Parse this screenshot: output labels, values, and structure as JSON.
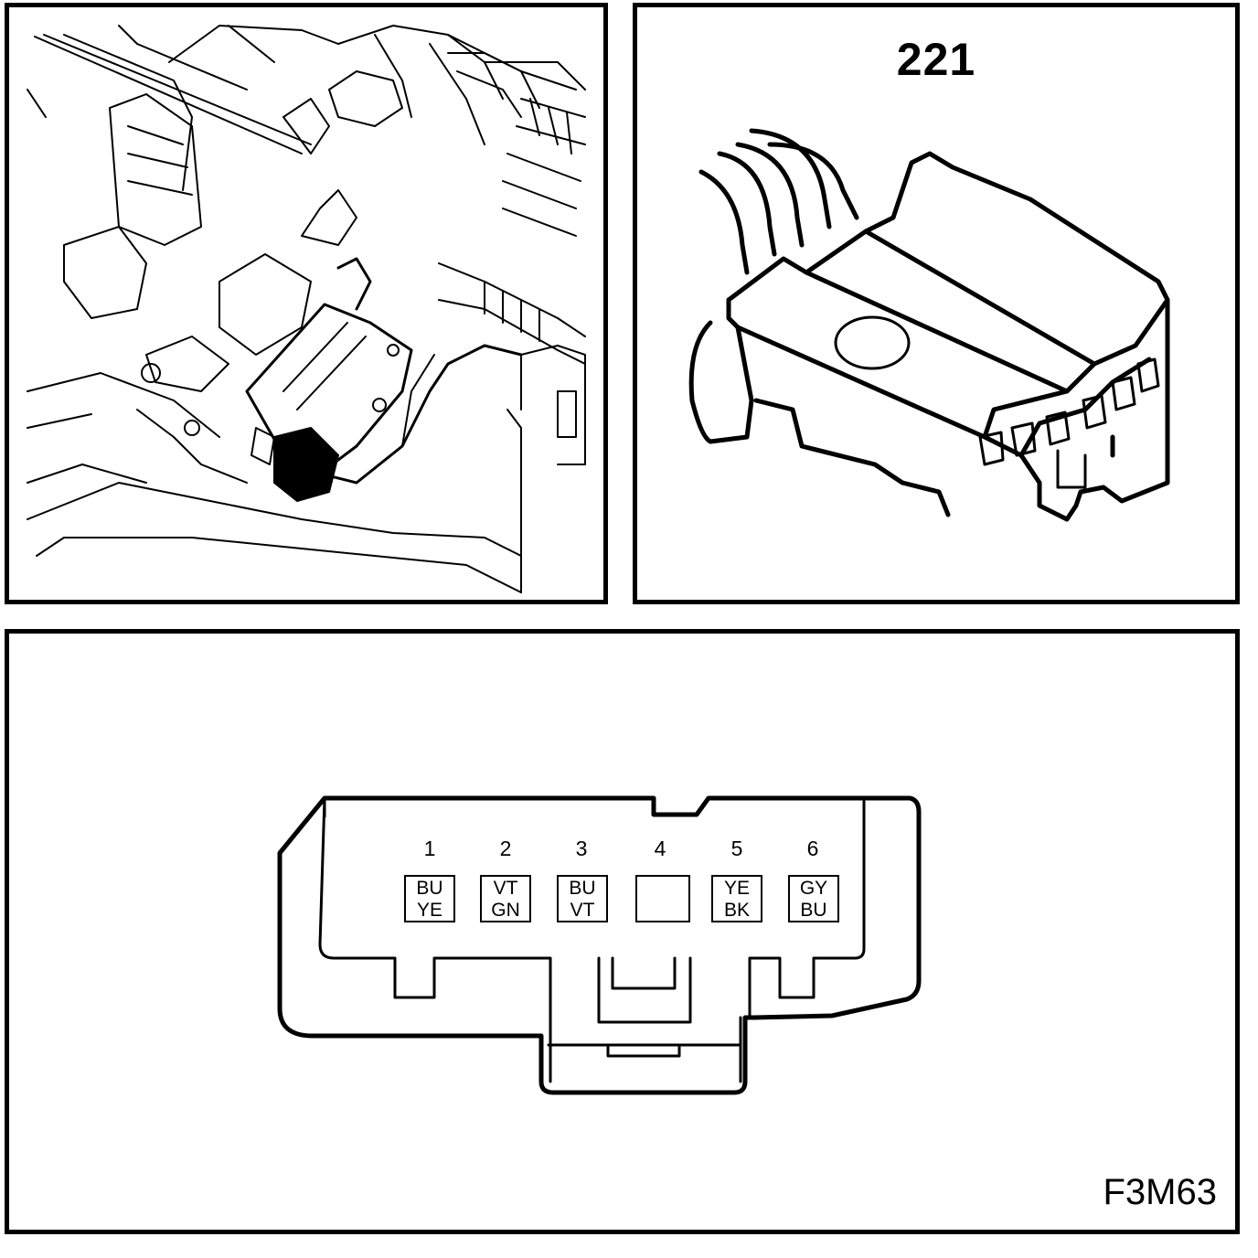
{
  "connector": {
    "number": "221",
    "reference": "F3M63",
    "pins": [
      {
        "num": "1",
        "wire_top": "BU",
        "wire_bottom": "YE"
      },
      {
        "num": "2",
        "wire_top": "VT",
        "wire_bottom": "GN"
      },
      {
        "num": "3",
        "wire_top": "BU",
        "wire_bottom": "VT"
      },
      {
        "num": "4",
        "wire_top": "",
        "wire_bottom": ""
      },
      {
        "num": "5",
        "wire_top": "YE",
        "wire_bottom": "BK"
      },
      {
        "num": "6",
        "wire_top": "GY",
        "wire_bottom": "BU"
      }
    ]
  },
  "colors": {
    "line": "#000000",
    "background": "#ffffff"
  }
}
